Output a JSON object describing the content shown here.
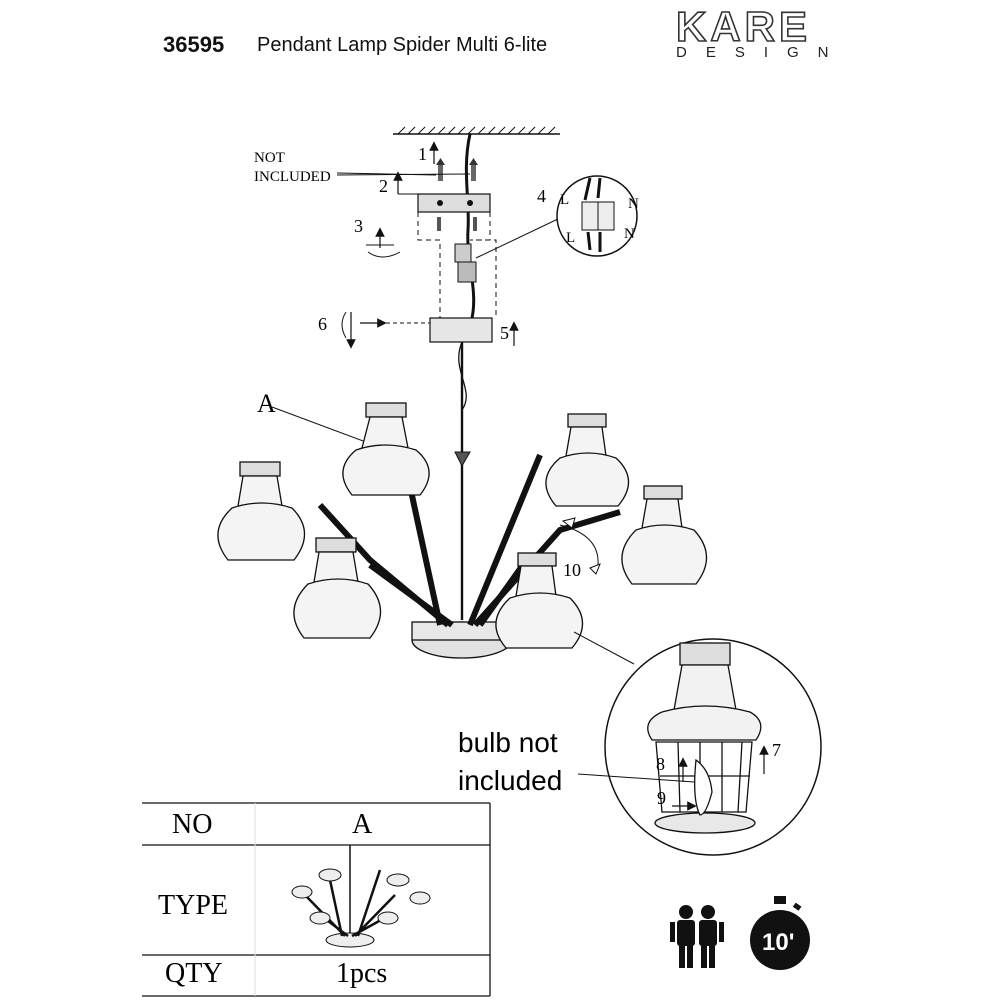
{
  "header": {
    "product_code": "36595",
    "product_name": "Pendant Lamp Spider Multi 6-lite"
  },
  "logo": {
    "brand": "KARE",
    "sub": "DESIGN"
  },
  "diagram": {
    "not_included_line1": "NOT",
    "not_included_line2": "INCLUDED",
    "terminal_labels": [
      "L",
      "N",
      "L",
      "N"
    ],
    "part_label": "A",
    "callout_bulb_line1": "bulb not",
    "callout_bulb_line2": "included",
    "steps": [
      "1",
      "2",
      "3",
      "4",
      "5",
      "6",
      "7",
      "8",
      "9",
      "10"
    ]
  },
  "parts_table": {
    "rows": [
      {
        "label": "NO",
        "value": "A"
      },
      {
        "label": "TYPE",
        "value": ""
      },
      {
        "label": "QTY",
        "value": "1pcs"
      }
    ]
  },
  "assembly_info": {
    "persons_icon": "two-persons-icon",
    "time_icon": "stopwatch-icon",
    "time_value": "10'"
  }
}
